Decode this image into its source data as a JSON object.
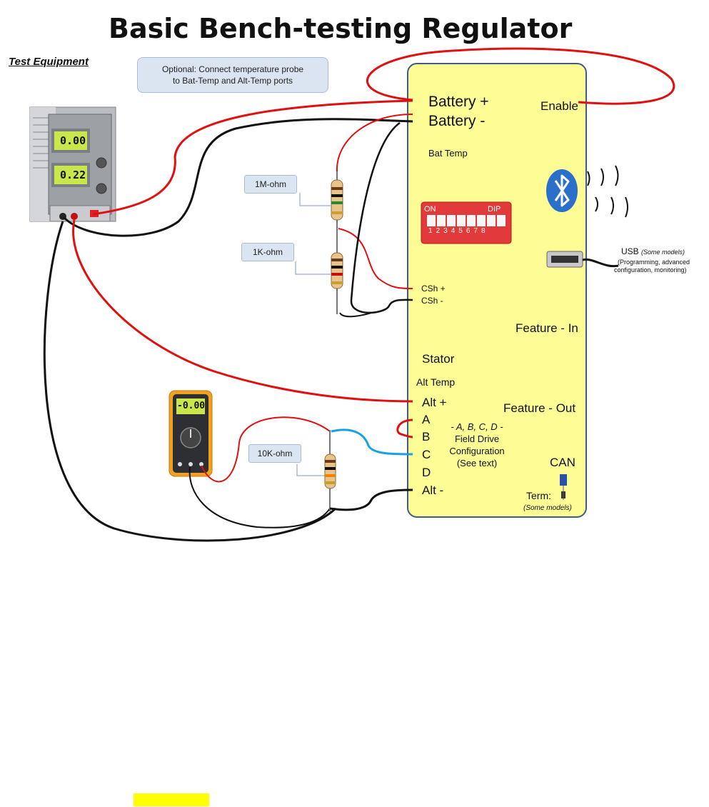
{
  "title": "Basic Bench-testing Regulator",
  "test_equipment_label": "Test Equipment",
  "note": {
    "line1": "Optional:  Connect temperature probe",
    "line2": "to Bat-Temp and Alt-Temp ports"
  },
  "resistors": {
    "r1": "1M-ohm",
    "r2": "1K-ohm",
    "r3": "10K-ohm"
  },
  "regulator": {
    "battery_plus": "Battery +",
    "battery_minus": "Battery -",
    "enable": "Enable",
    "bat_temp": "Bat Temp",
    "csh_plus": "CSh +",
    "csh_minus": "CSh -",
    "feature_in": "Feature - In",
    "stator": "Stator",
    "alt_temp": "Alt Temp",
    "alt_plus": "Alt +",
    "feature_out": "Feature - Out",
    "a": "A",
    "b": "B",
    "c": "C",
    "d": "D",
    "alt_minus": "Alt -",
    "can": "CAN",
    "term": "Term:",
    "some_models": "(Some models)"
  },
  "field_drive": {
    "line1": "- A, B, C, D -",
    "line2": "Field Drive",
    "line3": "Configuration",
    "line4": "(See text)"
  },
  "usb": {
    "label": "USB",
    "some_models": "(Some models)",
    "desc1": "(Programming, advanced",
    "desc2": "configuration, monitoring)"
  },
  "dip": {
    "on": "ON",
    "dip": "DIP",
    "numbers": [
      "1",
      "2",
      "3",
      "4",
      "5",
      "6",
      "7",
      "8"
    ]
  },
  "psu": {
    "display1": "0.00",
    "display2": "0.22"
  },
  "multimeter": {
    "display": "-0.00"
  },
  "colors": {
    "regulator_fill": "#fefc94",
    "regulator_border": "#3f5b87",
    "wire_red": "#e01010",
    "wire_black": "#111111",
    "wire_blue": "#1aa0e0",
    "bluetooth": "#2a6fc9",
    "highlight": "#ffff00"
  }
}
